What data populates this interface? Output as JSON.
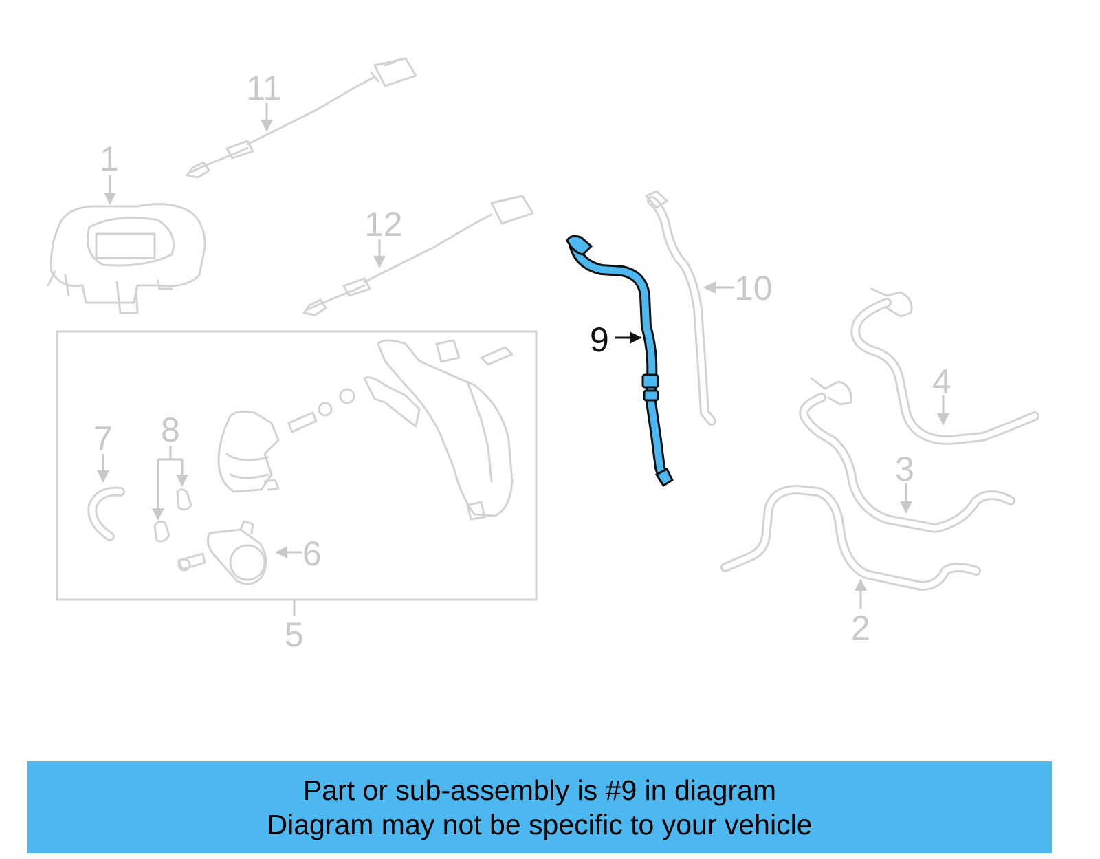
{
  "callouts": {
    "c1": "1",
    "c2": "2",
    "c3": "3",
    "c4": "4",
    "c5": "5",
    "c6": "6",
    "c7": "7",
    "c8": "8",
    "c9": "9",
    "c10": "10",
    "c11": "11",
    "c12": "12"
  },
  "highlighted_part": "9",
  "colors": {
    "highlight": "#4cb8ef",
    "ghost": "#d3d3d3",
    "banner": "#4cb8ef"
  },
  "banner": {
    "line1": "Part or sub-assembly is #9 in diagram",
    "line2": "Diagram may not be specific to your vehicle"
  }
}
